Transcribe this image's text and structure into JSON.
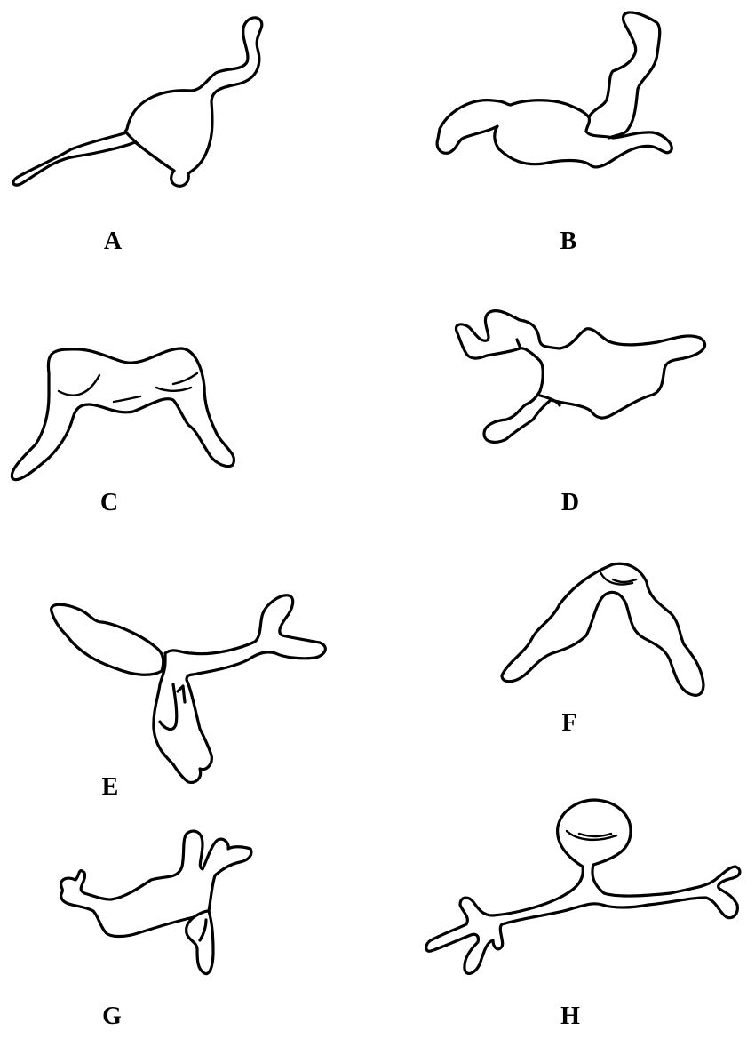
{
  "figure": {
    "type": "cell-morphology-line-drawings",
    "background_color": "#ffffff",
    "stroke_color": "#000000",
    "panels": [
      {
        "label": "A",
        "shape": "pear-shaped cell body with long wavy process up-right and thin tapering process down-left"
      },
      {
        "label": "B",
        "shape": "elongated horizontal body with club-shaped left end, tail right, and a vertical irregular process rising up-right"
      },
      {
        "label": "C",
        "shape": "saddle/arch-shaped cell with two descending legs and internal fold lines"
      },
      {
        "label": "D",
        "shape": "irregular amoeboid cell with several lobed processes"
      },
      {
        "label": "E",
        "shape": "tri-radiate cell: elongated left lobe, forked right process, and twisted downward process"
      },
      {
        "label": "F",
        "shape": "inverted-V / boomerang-shaped cell with fold at apex"
      },
      {
        "label": "G",
        "shape": "elongated body with small knob left and three finger-like processes upper right plus a downward process"
      },
      {
        "label": "H",
        "shape": "round cell body on a stalk atop a long branching horizontal process with forked ends"
      }
    ]
  }
}
